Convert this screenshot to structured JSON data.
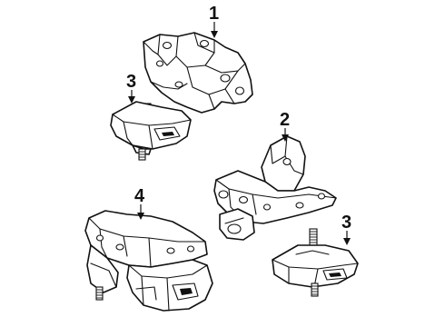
{
  "callouts": [
    {
      "id": "engine-mount-bracket-top",
      "label": "1"
    },
    {
      "id": "engine-mount-bracket-right",
      "label": "2"
    },
    {
      "id": "rubber-insulator-upper-left",
      "label": "3"
    },
    {
      "id": "rubber-insulator-lower-right",
      "label": "3"
    },
    {
      "id": "transmission-mount-crossmember",
      "label": "4"
    }
  ],
  "colors": {
    "ink": "#111111",
    "background": "#ffffff"
  }
}
